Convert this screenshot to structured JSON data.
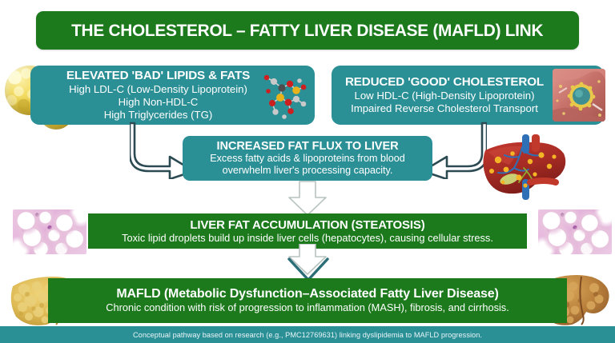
{
  "title": {
    "text": "THE CHOLESTEROL – FATTY LIVER DISEASE (MAFLD) LINK"
  },
  "colors": {
    "green": "#1c7a1d",
    "teal": "#2b8f96",
    "white": "#ffffff",
    "arrow_stroke": "#2b4a52",
    "footer_text": "#e9f6f7"
  },
  "boxes": {
    "bad_lipids": {
      "heading": "ELEVATED 'BAD' LIPIDS & FATS",
      "line1": "High LDL-C (Low-Density Lipoprotein)",
      "line2": "High Non-HDL-C",
      "line3": "High Triglycerides (TG)"
    },
    "good_cholesterol": {
      "heading": "REDUCED 'GOOD' CHOLESTEROL",
      "line1": "Low HDL-C (High-Density Lipoprotein)",
      "line2": "Impaired Reverse Cholesterol Transport"
    },
    "fat_flux": {
      "heading": "INCREASED FAT FLUX TO LIVER",
      "line1": "Excess fatty acids & lipoproteins from blood",
      "line2": "overwhelm liver's processing capacity."
    },
    "steatosis": {
      "heading": "LIVER FAT ACCUMULATION (STEATOSIS)",
      "line1": "Toxic lipid droplets build up inside liver cells (hepatocytes), causing cellular stress."
    },
    "mafld": {
      "heading": "MAFLD (Metabolic Dysfunction–Associated Fatty Liver Disease)",
      "line1": "Chronic condition with risk of progression to inflammation (MASH), fibrosis, and cirrhosis."
    }
  },
  "footer": {
    "text": "Conceptual pathway based on research (e.g., PMC12769631) linking dyslipidemia to MAFLD progression."
  },
  "decorations": {
    "lipid_sphere_large": "lipid-particle-image",
    "lipid_sphere_small": "lipid-particle-image",
    "molecule_cluster": "cholesterol-molecule-image",
    "hdl_particle": "hdl-particle-in-vessel-image",
    "liver_anatomy": "liver-anatomy-image",
    "histology_left": "liver-histology-slide-image",
    "histology_right": "liver-histology-slide-image",
    "fatty_liver": "fatty-liver-illustration",
    "cirrhotic_liver": "cirrhotic-liver-illustration"
  },
  "arrows": {
    "left_curved": "curved-arrow-down-right",
    "right_curved": "curved-arrow-down-left",
    "flux_to_steatosis": "arrow-down",
    "steatosis_to_mafld": "arrow-down",
    "chevron_to_mafld": "chevron-down"
  }
}
